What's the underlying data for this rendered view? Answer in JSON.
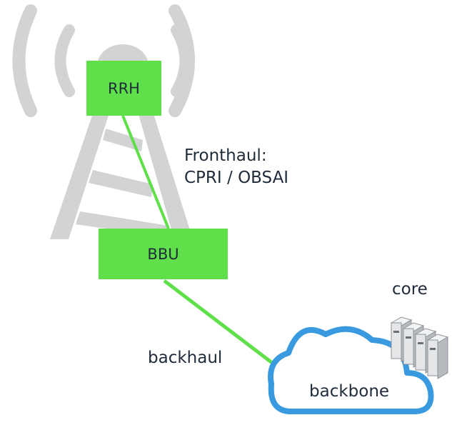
{
  "tower": {
    "rrh_label": "RRH",
    "bbu_label": "BBU"
  },
  "links": {
    "fronthaul_line1": "Fronthaul:",
    "fronthaul_line2": "CPRI / OBSAI",
    "backhaul_label": "backhaul"
  },
  "network": {
    "core_label": "core",
    "backbone_label": "backbone"
  },
  "colors": {
    "box_green": "#5fe04a",
    "link_green": "#5fe04a",
    "tower_gray": "#d2d3d5",
    "cloud_blue": "#3a9ae0",
    "text_dark": "#1f2b3a"
  },
  "icons": [
    "signal-wave-icon",
    "tower-icon",
    "cloud-icon",
    "server-icon"
  ]
}
